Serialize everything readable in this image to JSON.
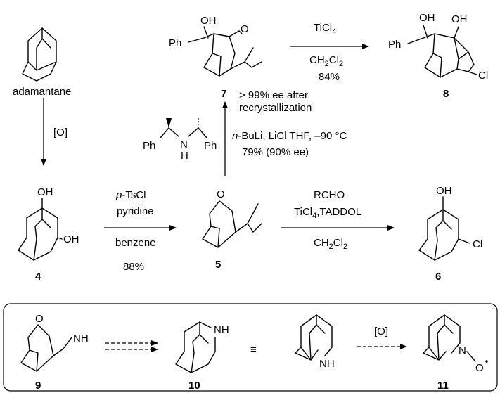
{
  "compounds": {
    "adamantane": {
      "name": "adamantane"
    },
    "c4": {
      "number": "4",
      "oh_top": "OH",
      "oh_right": "OH"
    },
    "c5": {
      "number": "5",
      "o": "O"
    },
    "c6": {
      "number": "6",
      "oh": "OH",
      "cl": "Cl"
    },
    "c7": {
      "number": "7",
      "oh": "OH",
      "ph": "Ph",
      "o": "O"
    },
    "c8": {
      "number": "8",
      "oh1": "OH",
      "oh2": "OH",
      "ph": "Ph",
      "cl": "Cl"
    },
    "c9": {
      "number": "9",
      "o": "O",
      "nh": "NH"
    },
    "c10": {
      "number": "10",
      "nh": "NH"
    },
    "c10b": {
      "nh": "NH"
    },
    "c11": {
      "number": "11",
      "n": "N",
      "o": "O"
    }
  },
  "steps": {
    "oxidation": {
      "reagent": "[O]"
    },
    "tscl": {
      "reagent_prefix": "p",
      "reagent_rest": "-TsCl",
      "line2": "pyridine",
      "line3": "benzene",
      "yield": "88%"
    },
    "aldol": {
      "line1": "RCHO",
      "line2a": "TiCl",
      "line2sub": "4",
      "line2b": ",TADDOL",
      "line3a": "CH",
      "line3sub1": "2",
      "line3b": "Cl",
      "line3sub2": "2"
    },
    "buli": {
      "prefix": "n",
      "rest": "-BuLi, LiCl  THF, –90 °C",
      "yield": "79% (90% ee)",
      "amine_ph1": "Ph",
      "amine_ph2": "Ph",
      "amine_n": "N",
      "amine_h": "H"
    },
    "ee_note": {
      "line1": "> 99% ee after",
      "line2": "recrystallization"
    },
    "ticl4": {
      "line1a": "TiCl",
      "line1sub": "4",
      "line2a": "CH",
      "line2sub1": "2",
      "line2b": "Cl",
      "line2sub2": "2",
      "yield": "84%"
    },
    "bottom_oxidation": {
      "reagent": "[O]"
    },
    "equivalence": {
      "symbol": "≡"
    }
  }
}
